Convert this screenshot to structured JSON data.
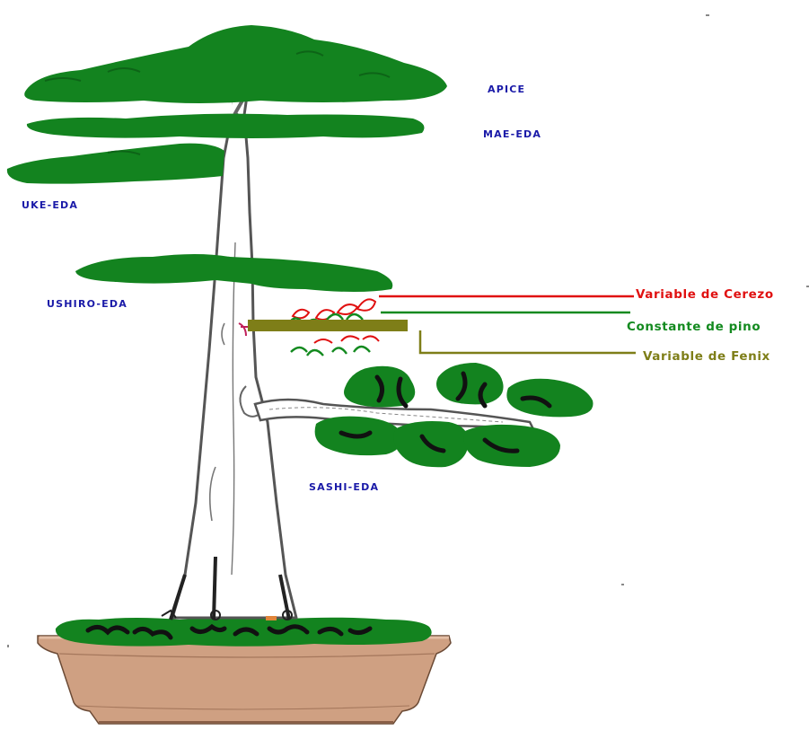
{
  "labels": {
    "apice": "APICE",
    "mae_eda": "MAE-EDA",
    "uke_eda": "UKE-EDA",
    "ushiro_eda": "USHIRO-EDA",
    "sashi_eda": "SASHI-EDA"
  },
  "legend": {
    "cerezo": "Variable de Cerezo",
    "pino": "Constante de pino",
    "fenix": "Variable de Fenix"
  },
  "colors": {
    "foliage": "#13831f",
    "part_label": "#1a1aa8",
    "cerezo": "#e01010",
    "pino": "#138a1f",
    "fenix": "#7e7e18",
    "pot": "#cfa082",
    "pot_shadow": "#a5775c",
    "trunk_outline": "#5a5a5a"
  }
}
